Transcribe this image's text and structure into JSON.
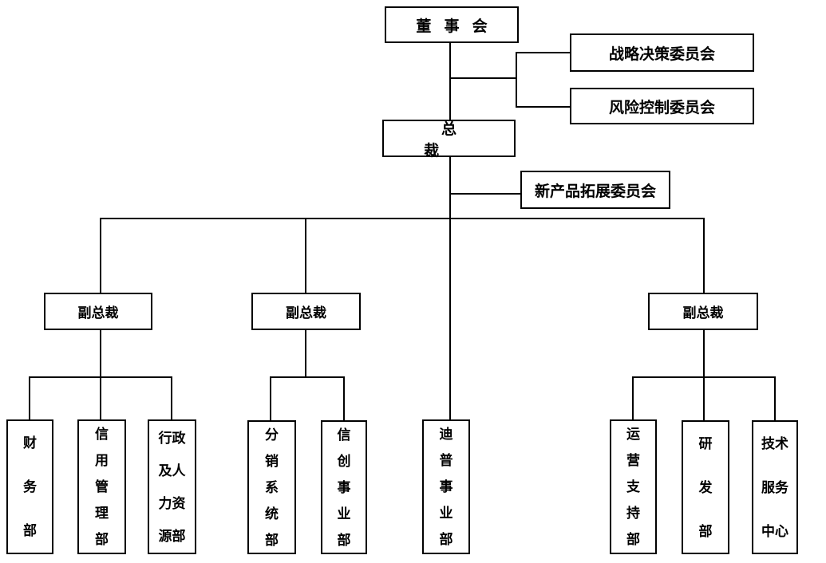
{
  "org_chart": {
    "colors": {
      "background": "#ffffff",
      "line": "#000000",
      "text": "#000000"
    },
    "nodes": {
      "board": {
        "label": "董事会"
      },
      "strategy_committee": {
        "label": "战略决策委员会"
      },
      "risk_committee": {
        "label": "风险控制委员会"
      },
      "president": {
        "label": "总裁"
      },
      "new_product_committee": {
        "label": "新产品拓展委员会"
      },
      "vp1": {
        "label": "副总裁"
      },
      "vp2": {
        "label": "副总裁"
      },
      "vp3": {
        "label": "副总裁"
      },
      "dept_finance": {
        "label": "财务部",
        "display": "财\n务\n部"
      },
      "dept_credit": {
        "label": "信用管理部",
        "display": "信\n用\n管\n理\n部"
      },
      "dept_admin_hr": {
        "label": "行政及人力资源部",
        "display": "行政\n及人\n力资\n源部"
      },
      "dept_distribution": {
        "label": "分销系统部",
        "display": "分\n销\n系\n统\n部"
      },
      "dept_xinchuang": {
        "label": "信创事业部",
        "display": "信\n创\n事\n业\n部"
      },
      "dept_dipu": {
        "label": "迪普事业部",
        "display": "迪\n普\n事\n业\n部"
      },
      "dept_ops_support": {
        "label": "运营支持部",
        "display": "运\n营\n支\n持\n部"
      },
      "dept_rnd": {
        "label": "研发部",
        "display": "研\n发\n部"
      },
      "dept_tech_service": {
        "label": "技术服务中心",
        "display": "技术\n服务\n中心"
      }
    },
    "hierarchy": {
      "board": {
        "committees": [
          "战略决策委员会",
          "风险控制委员会"
        ],
        "president": {
          "committees": [
            "新产品拓展委员会"
          ],
          "children": [
            {
              "vp": "副总裁",
              "departments": [
                "财务部",
                "信用管理部",
                "行政及人力资源部"
              ]
            },
            {
              "vp": "副总裁",
              "departments": [
                "分销系统部",
                "信创事业部"
              ]
            },
            {
              "department": "迪普事业部"
            },
            {
              "vp": "副总裁",
              "departments": [
                "运营支持部",
                "研发部",
                "技术服务中心"
              ]
            }
          ]
        }
      }
    }
  }
}
